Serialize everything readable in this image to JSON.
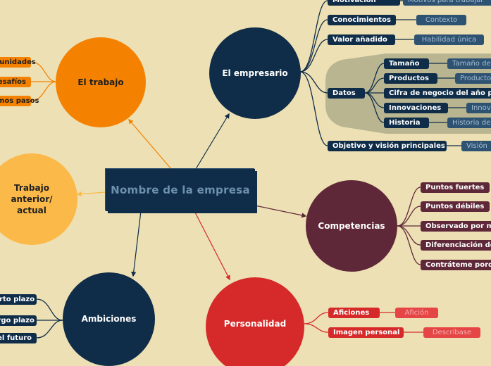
{
  "central": {
    "title": "Nombre de la empresa"
  },
  "branches": {
    "empresario": {
      "label": "El empresario",
      "children": {
        "motivacion": {
          "label": "Motivación",
          "value": "Motivos para trabajar"
        },
        "conocimientos": {
          "label": "Conocimientos",
          "value": "Contexto"
        },
        "valor": {
          "label": "Valor añadido",
          "value": "Habilidad única"
        },
        "datos": {
          "label": "Datos",
          "children": {
            "tamano": {
              "label": "Tamaño",
              "value": "Tamaño de"
            },
            "productos": {
              "label": "Productos",
              "value": "Productos"
            },
            "cifra": {
              "label": "Cifra de negocio del año pasado"
            },
            "innovaciones": {
              "label": "Innovaciones",
              "value": "Innovación"
            },
            "historia": {
              "label": "Historia",
              "value": "Historia de"
            }
          }
        },
        "objetivo": {
          "label": "Objetivo y visión principales",
          "value": "Visión"
        }
      }
    },
    "trabajo": {
      "label": "El trabajo",
      "children": [
        "Oportunidades",
        "Desafíos",
        "Próximos pasos"
      ]
    },
    "anterior": {
      "label": "Trabajo anterior/ actual"
    },
    "competencias": {
      "label": "Competencias",
      "children": [
        "Puntos fuertes",
        "Puntos débiles",
        "Observado por mis colegas",
        "Diferenciación del resto",
        "Contráteme porque"
      ]
    },
    "ambiciones": {
      "label": "Ambiciones",
      "children": [
        "A corto plazo",
        "A largo plazo",
        "En el futuro"
      ]
    },
    "personalidad": {
      "label": "Personalidad",
      "children": {
        "aficiones": {
          "label": "Aficiones",
          "value": "Afición"
        },
        "imagen": {
          "label": "Imagen personal",
          "value": "Descríbase"
        }
      }
    }
  },
  "colors": {
    "navy": "#0f2d48",
    "navy_value": "#2e5272",
    "orange": "#f48200",
    "yellow": "#fbb94a",
    "maroon": "#5f2839",
    "red": "#d62a2a",
    "red_value": "#e54545",
    "datos_bg": "#b8b590",
    "background": "#ede0b4"
  }
}
